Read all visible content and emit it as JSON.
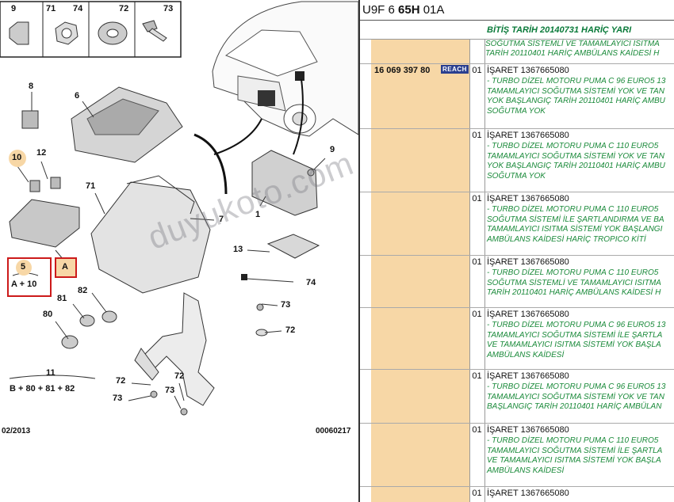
{
  "diagram": {
    "callouts": [
      "9",
      "71",
      "74",
      "72",
      "73",
      "8",
      "6",
      "10",
      "12",
      "71",
      "7",
      "9",
      "1",
      "13",
      "74",
      "73",
      "72",
      "5",
      "A",
      "82",
      "81",
      "80",
      "11",
      "72",
      "73",
      "72",
      "73"
    ],
    "group_a10": "A + 10",
    "group_b": "B + 80 + 81 + 82",
    "date": "02/2013",
    "code": "00060217",
    "watermark": "duyukoto.com"
  },
  "panel": {
    "header_prefix": "U9F 6 ",
    "header_bold": "65H",
    "header_suffix": " 01A",
    "end_date_note": "BİTİŞ TARİH 20140731 HARİÇ YARI",
    "top_note_lines": [
      "SOĞUTMA SİSTEMLİ VE TAMAMLAYICI ISITMA",
      "TARİH 20110401 HARİÇ AMBÜLANS KAİDESİ H"
    ],
    "part_number": "16 069 397 80",
    "reach_badge": "REACH",
    "entries": [
      {
        "num": "01",
        "head": "İŞARET 1367665080",
        "lines": [
          "- TURBO DİZEL MOTORU PUMA C 96 EURO5 13",
          "TAMAMLAYICI SOĞUTMA SİSTEMİ YOK VE TAN",
          "YOK BAŞLANGIÇ TARİH 20110401 HARİÇ AMBU",
          "SOĞUTMA YOK"
        ]
      },
      {
        "num": "01",
        "head": "İŞARET 1367665080",
        "lines": [
          "- TURBO DİZEL MOTORU PUMA C 110 EURO5",
          "TAMAMLAYICI SOĞUTMA SİSTEMİ YOK VE TAN",
          "YOK BAŞLANGIÇ TARİH 20110401 HARİÇ AMBU",
          "SOĞUTMA YOK"
        ]
      },
      {
        "num": "01",
        "head": "İŞARET 1367665080",
        "lines": [
          "- TURBO DİZEL MOTORU PUMA C 110 EURO5",
          "SOĞUTMA SİSTEMİ İLE ŞARTLANDIRMA VE BA",
          "TAMAMLAYICI ISITMA SİSTEMİ YOK BAŞLANGI",
          "AMBÜLANS KAİDESİ HARİÇ TROPICO KİTİ"
        ]
      },
      {
        "num": "01",
        "head": "İŞARET 1367665080",
        "lines": [
          "- TURBO DİZEL MOTORU PUMA C 110 EURO5",
          "SOĞUTMA SİSTEMLİ VE TAMAMLAYICI ISITMA",
          "TARİH 20110401 HARİÇ AMBÜLANS KAİDESİ H"
        ]
      },
      {
        "num": "01",
        "head": "İŞARET 1367665080",
        "lines": [
          "- TURBO DİZEL MOTORU PUMA C 96 EURO5 13",
          "TAMAMLAYICI SOĞUTMA SİSTEMİ İLE ŞARTLA",
          "VE TAMAMLAYICI ISITMA SİSTEMİ YOK BAŞLA",
          "AMBÜLANS KAİDESİ"
        ]
      },
      {
        "num": "01",
        "head": "İŞARET 1367665080",
        "lines": [
          "- TURBO DİZEL MOTORU PUMA C 96 EURO5 13",
          "TAMAMLAYICI SOĞUTMA SİSTEMİ YOK VE TAN",
          "BAŞLANGIÇ TARİH 20110401 HARİÇ AMBÜLAN"
        ]
      },
      {
        "num": "01",
        "head": "İŞARET 1367665080",
        "lines": [
          "- TURBO DİZEL MOTORU PUMA C 110 EURO5",
          "TAMAMLAYICI SOĞUTMA SİSTEMİ İLE ŞARTLA",
          "VE TAMAMLAYICI ISITMA SİSTEMİ YOK BAŞLA",
          "AMBÜLANS KAİDESİ"
        ]
      },
      {
        "num": "01",
        "head": "İŞARET 1367665080",
        "lines": []
      }
    ]
  }
}
